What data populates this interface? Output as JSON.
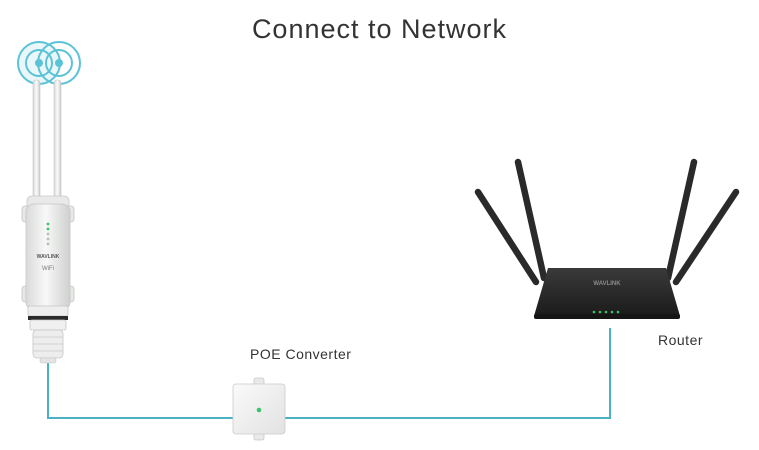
{
  "title": "Connect to Network",
  "labels": {
    "poe": "POE Converter",
    "router": "Router"
  },
  "device_branding": {
    "ap_brand": "WAVLINK",
    "ap_badge": "WiFi",
    "router_brand": "WAVLINK"
  },
  "colors": {
    "cable": "#49b3c4",
    "signal": "#5bc3d6",
    "router_body": "#222222",
    "ap_body": "#f1f2f1",
    "led": "#3cc46a"
  },
  "icons": [
    "wifi-signal-icon",
    "status-led-icon"
  ]
}
